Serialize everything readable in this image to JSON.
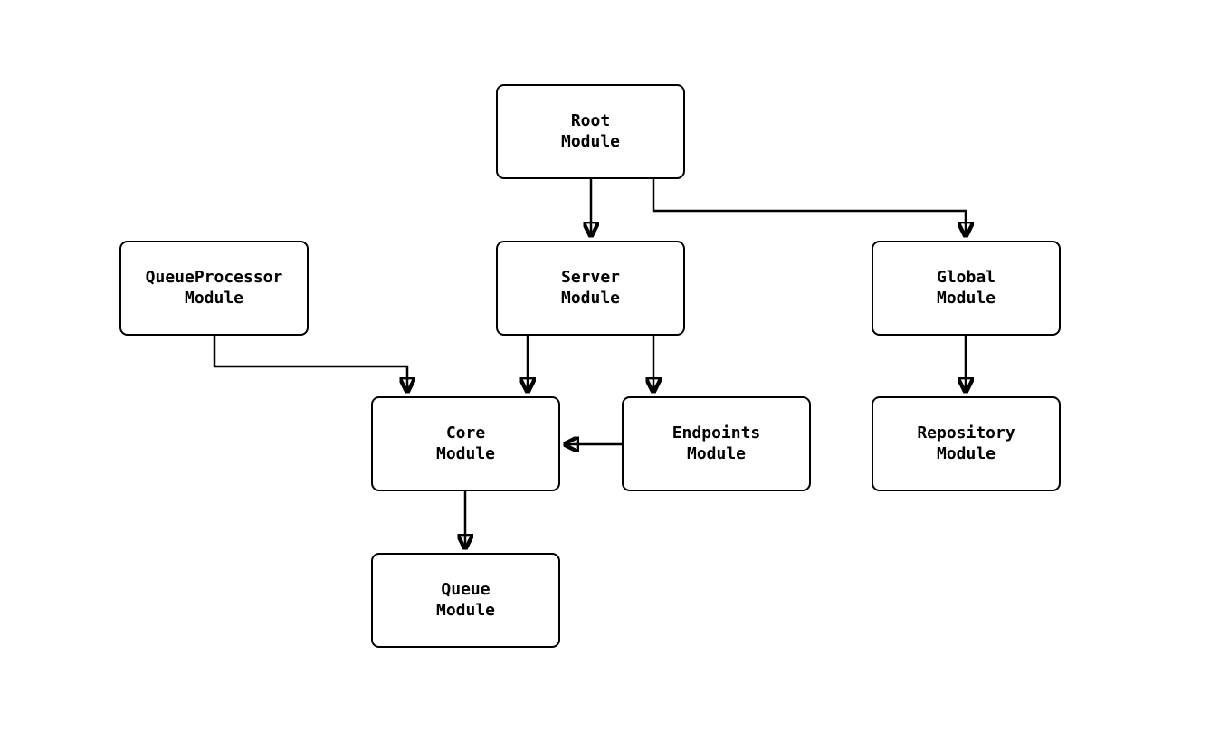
{
  "diagram": {
    "type": "module-dependency-graph",
    "colors": {
      "background": "#ffffff",
      "node_border": "#000000",
      "node_fill": "#ffffff",
      "edge_stroke": "#000000",
      "text": "#000000"
    },
    "nodes": {
      "root": {
        "line1": "Root",
        "line2": "Module"
      },
      "queueprocessor": {
        "line1": "QueueProcessor",
        "line2": "Module"
      },
      "server": {
        "line1": "Server",
        "line2": "Module"
      },
      "global": {
        "line1": "Global",
        "line2": "Module"
      },
      "core": {
        "line1": "Core",
        "line2": "Module"
      },
      "endpoints": {
        "line1": "Endpoints",
        "line2": "Module"
      },
      "repository": {
        "line1": "Repository",
        "line2": "Module"
      },
      "queue": {
        "line1": "Queue",
        "line2": "Module"
      }
    },
    "edges": [
      {
        "from": "Root Module",
        "to": "Server Module"
      },
      {
        "from": "Root Module",
        "to": "Global Module"
      },
      {
        "from": "QueueProcessor Module",
        "to": "Core Module"
      },
      {
        "from": "Server Module",
        "to": "Core Module"
      },
      {
        "from": "Server Module",
        "to": "Endpoints Module"
      },
      {
        "from": "Endpoints Module",
        "to": "Core Module"
      },
      {
        "from": "Global Module",
        "to": "Repository Module"
      },
      {
        "from": "Core Module",
        "to": "Queue Module"
      }
    ]
  }
}
